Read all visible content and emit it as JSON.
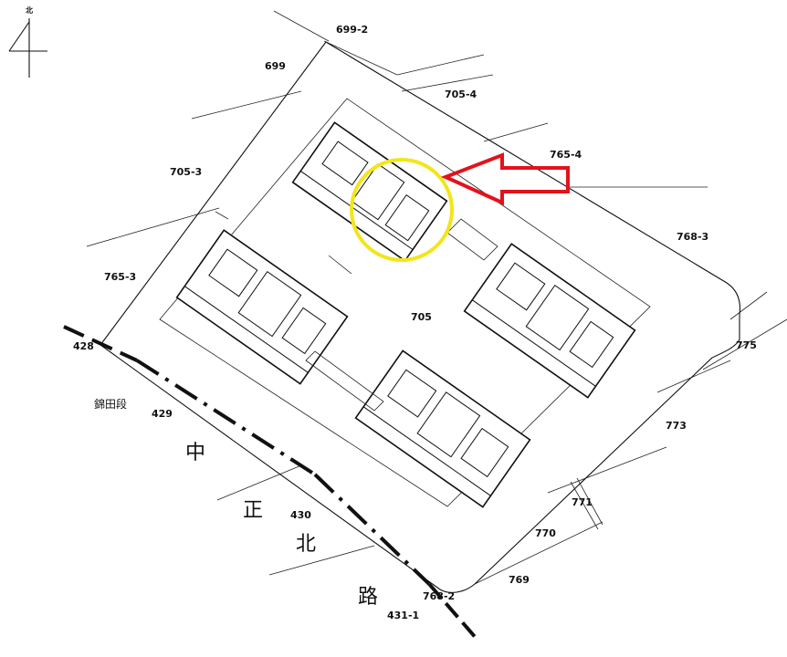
{
  "compass": {
    "label": "北"
  },
  "parcels": {
    "p699_2": "699-2",
    "p699": "699",
    "p705_4": "705-4",
    "p765_4": "765-4",
    "p705_3": "705-3",
    "p768_3": "768-3",
    "p765_3": "765-3",
    "p705": "705",
    "p775": "775",
    "p428": "428",
    "p429": "429",
    "p773": "773",
    "p771": "771",
    "p770": "770",
    "p430": "430",
    "p769": "769",
    "p768_2": "768-2",
    "p431_1": "431-1"
  },
  "section_name": "錦田段",
  "road_name": {
    "c1": "中",
    "c2": "正",
    "c3": "北",
    "c4": "路"
  },
  "highlight": {
    "circle_color": "#f2e51c",
    "arrow_color": "#e3121b"
  }
}
